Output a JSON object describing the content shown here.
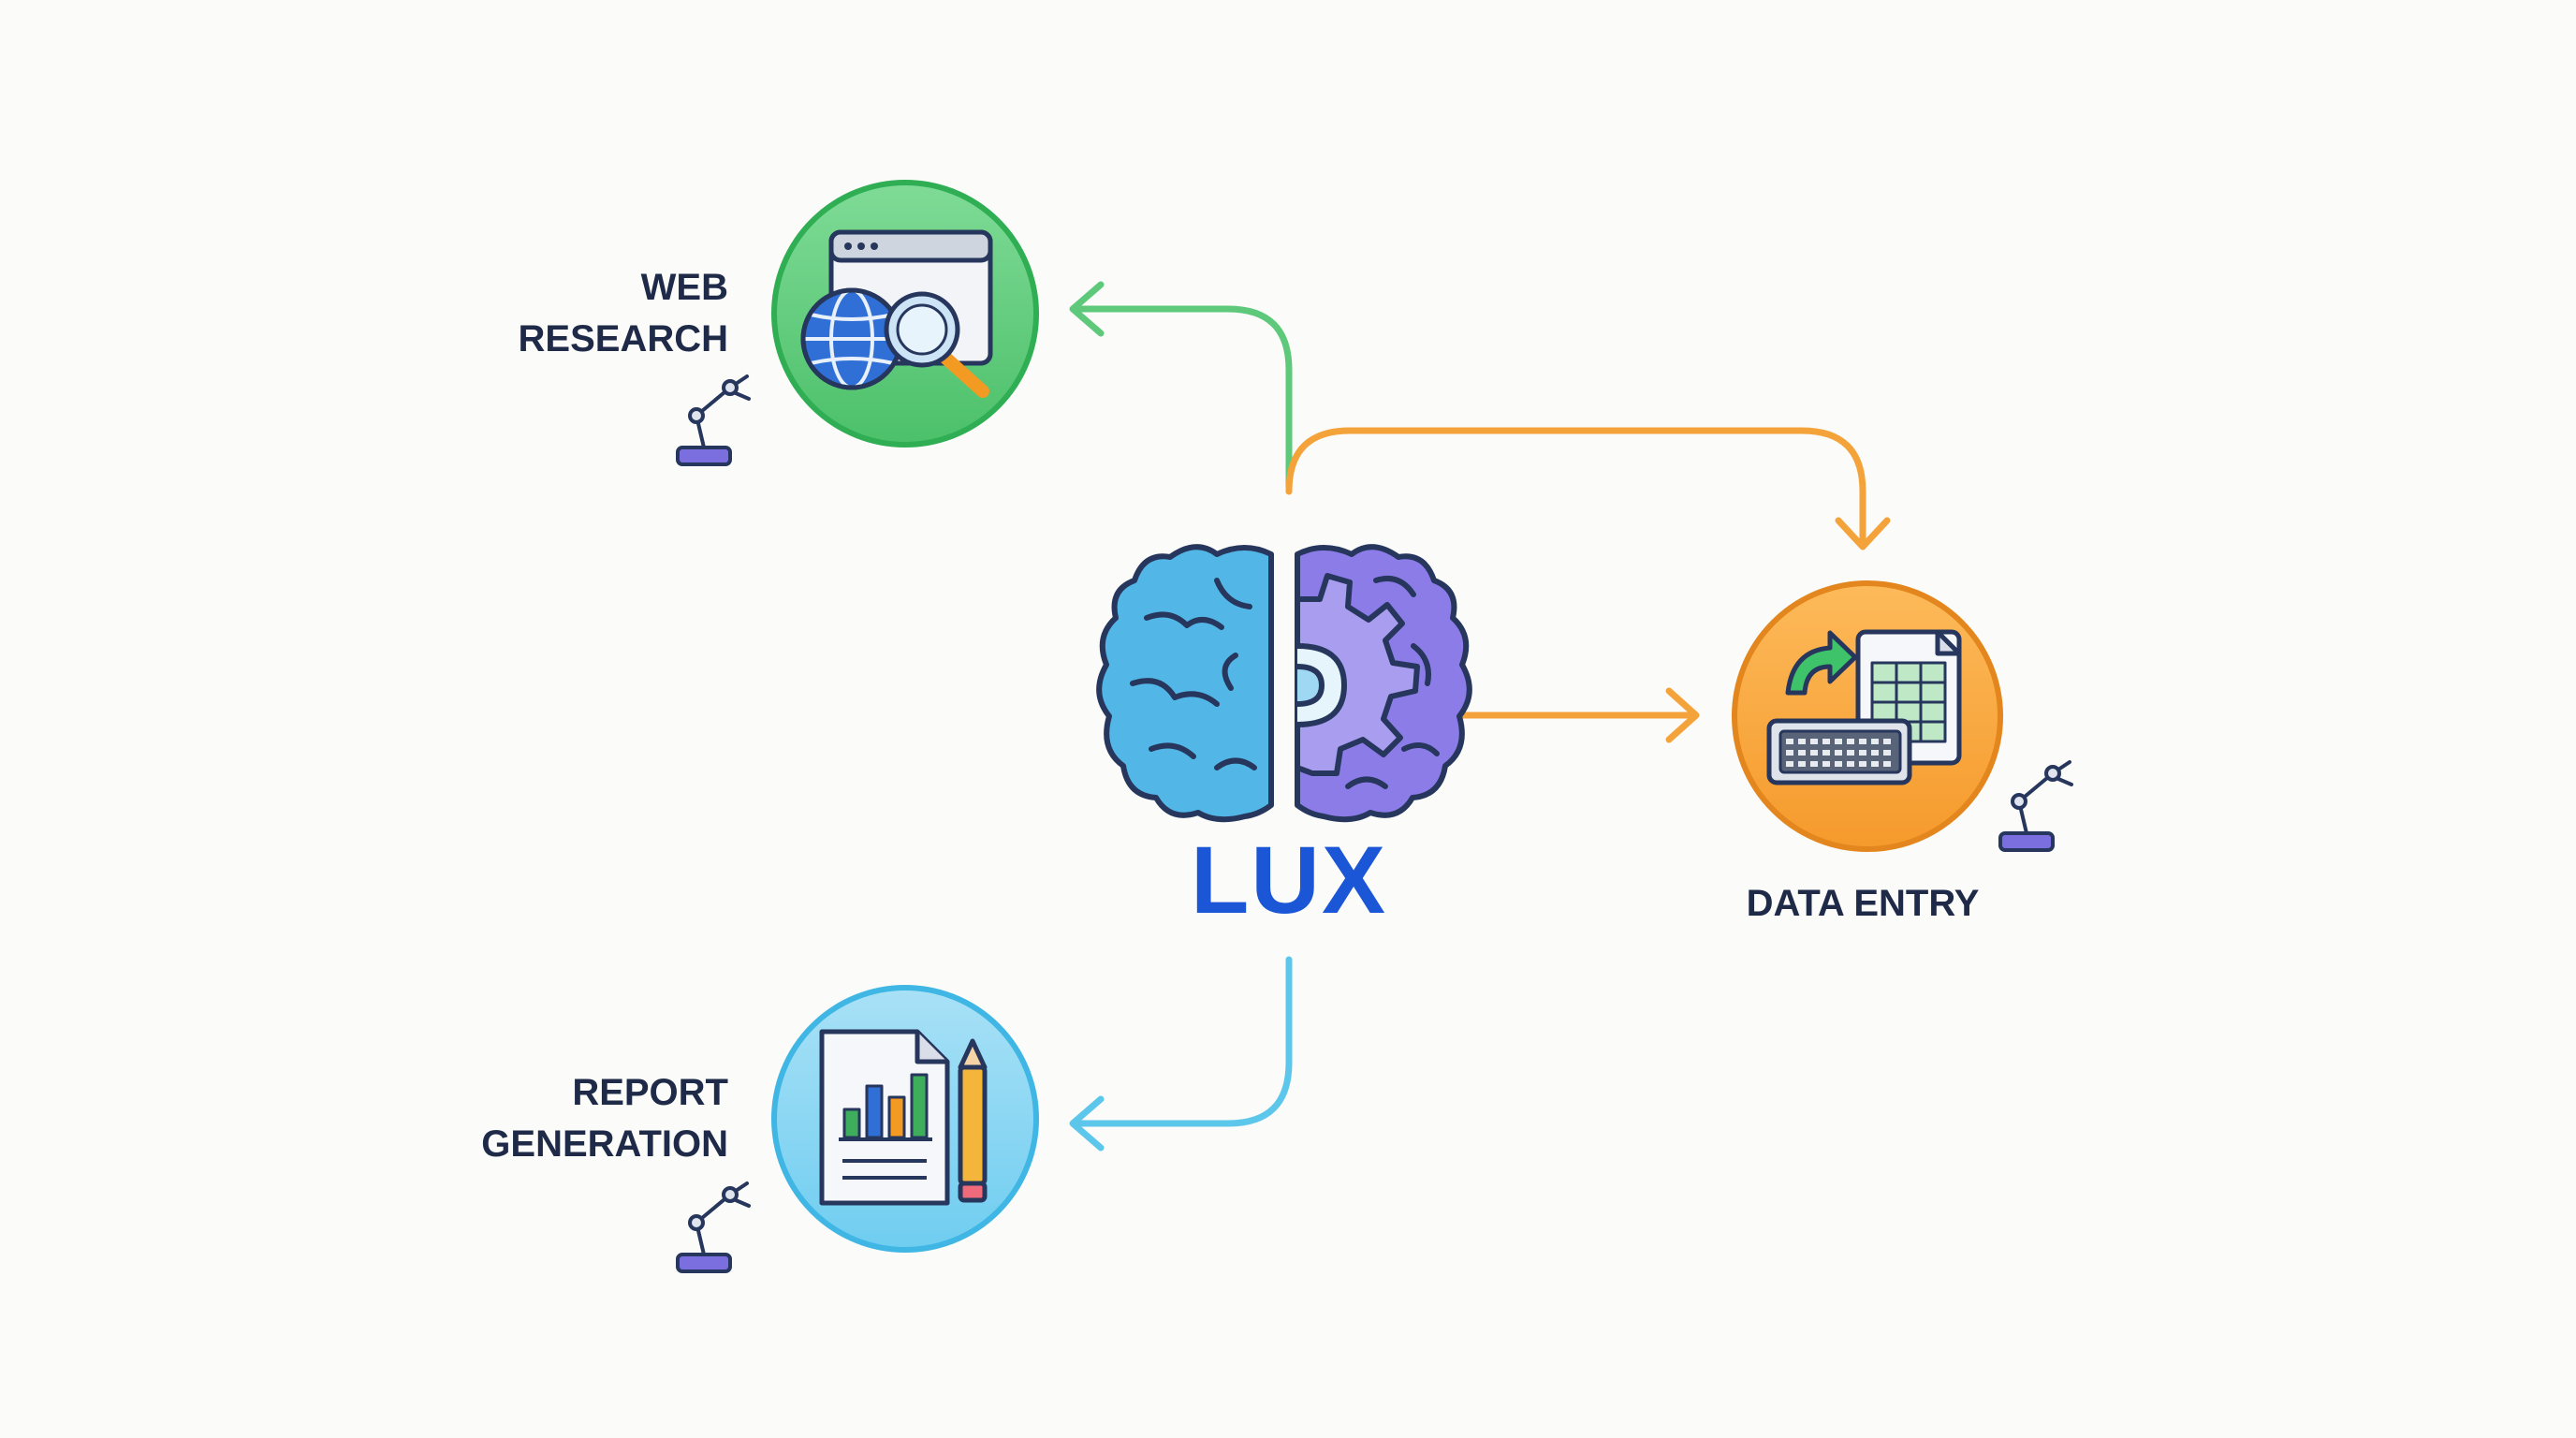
{
  "center": {
    "title": "LUX",
    "icon": "brain-gear-icon"
  },
  "nodes": {
    "web_research": {
      "line1": "WEB",
      "line2": "RESEARCH",
      "icon": "browser-globe-magnifier-icon",
      "badge_icon": "robot-arm-icon"
    },
    "data_entry": {
      "line1": "DATA ENTRY",
      "icon": "keyboard-spreadsheet-icon",
      "badge_icon": "robot-arm-icon"
    },
    "report_generation": {
      "line1": "REPORT",
      "line2": "GENERATION",
      "icon": "report-chart-pencil-icon",
      "badge_icon": "robot-arm-icon"
    }
  },
  "colors": {
    "background": "#fbfbf9",
    "text": "#1e2a47",
    "lux_blue": "#1a56d6",
    "green": "#5ec97a",
    "orange": "#f4a33a",
    "light_blue": "#5cc7ea",
    "brain_left": "#52b6e6",
    "brain_right": "#8c7ce8",
    "outline": "#26365c"
  }
}
